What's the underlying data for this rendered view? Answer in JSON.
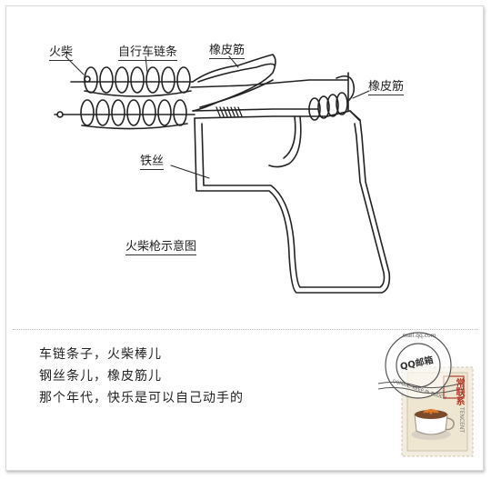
{
  "diagram": {
    "labels": {
      "match": "火柴",
      "chain": "自行车链条",
      "rubber_band_top": "橡皮筋",
      "rubber_band_right": "橡皮筋",
      "wire": "铁丝",
      "caption": "火柴枪示意图"
    }
  },
  "poem": {
    "lines": [
      "车链条子，火柴棒儿",
      "钢丝条儿，橡皮筋儿",
      "那个年代，快乐是可以自己动手的"
    ]
  },
  "postmark": {
    "brand": "QQ邮箱",
    "ring_text_top": "mail.qq.com",
    "ring_text_bottom": "QQMAIL, KEEP IN TOUCH"
  },
  "stamp": {
    "title": "常联系",
    "side_text": "TENCENT"
  },
  "colors": {
    "ink": "#222222",
    "stamp_red": "#b23a2a",
    "postmark_gray": "#555555"
  }
}
